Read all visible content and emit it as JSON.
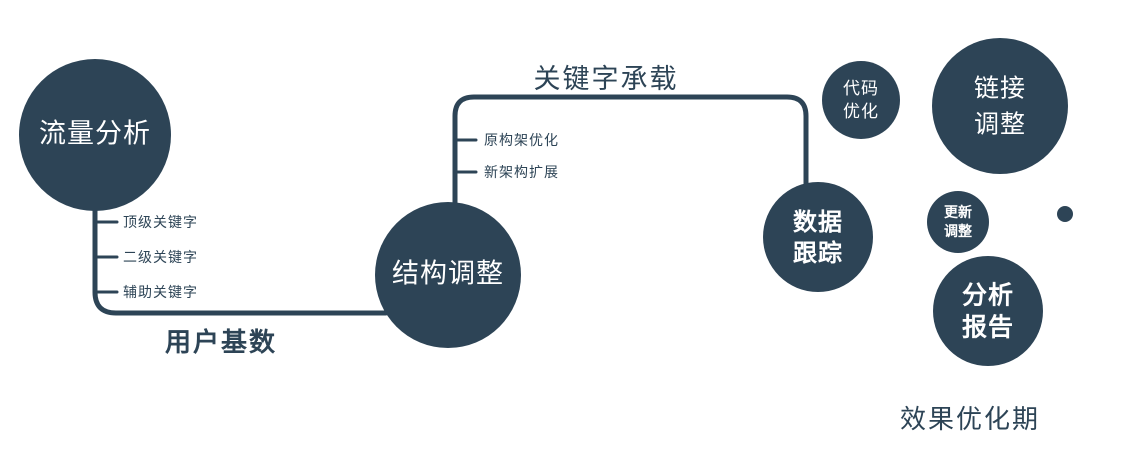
{
  "colors": {
    "primary": "#2d4456",
    "node_text": "#ffffff",
    "background": "#ffffff"
  },
  "nodes": {
    "traffic": {
      "label": "流量分析"
    },
    "structure": {
      "label": "结构调整"
    },
    "data_tracking": {
      "line1": "数据",
      "line2": "跟踪"
    },
    "code_optimization": {
      "line1": "代码",
      "line2": "优化"
    },
    "link_adjust": {
      "line1": "链接",
      "line2": "调整"
    },
    "update_adjust": {
      "line1": "更新",
      "line2": "调整"
    },
    "analysis_report": {
      "line1": "分析",
      "line2": "报告"
    }
  },
  "edge_labels": {
    "keyword_bearing": "关键字承载",
    "user_base": "用户基数"
  },
  "branches": {
    "top_keyword": "顶级关键字",
    "second_keyword": "二级关键字",
    "aux_keyword": "辅助关键字",
    "orig_arch_opt": "原构架优化",
    "new_arch_expand": "新架构扩展"
  },
  "footer": {
    "phase": "效果优化期"
  }
}
